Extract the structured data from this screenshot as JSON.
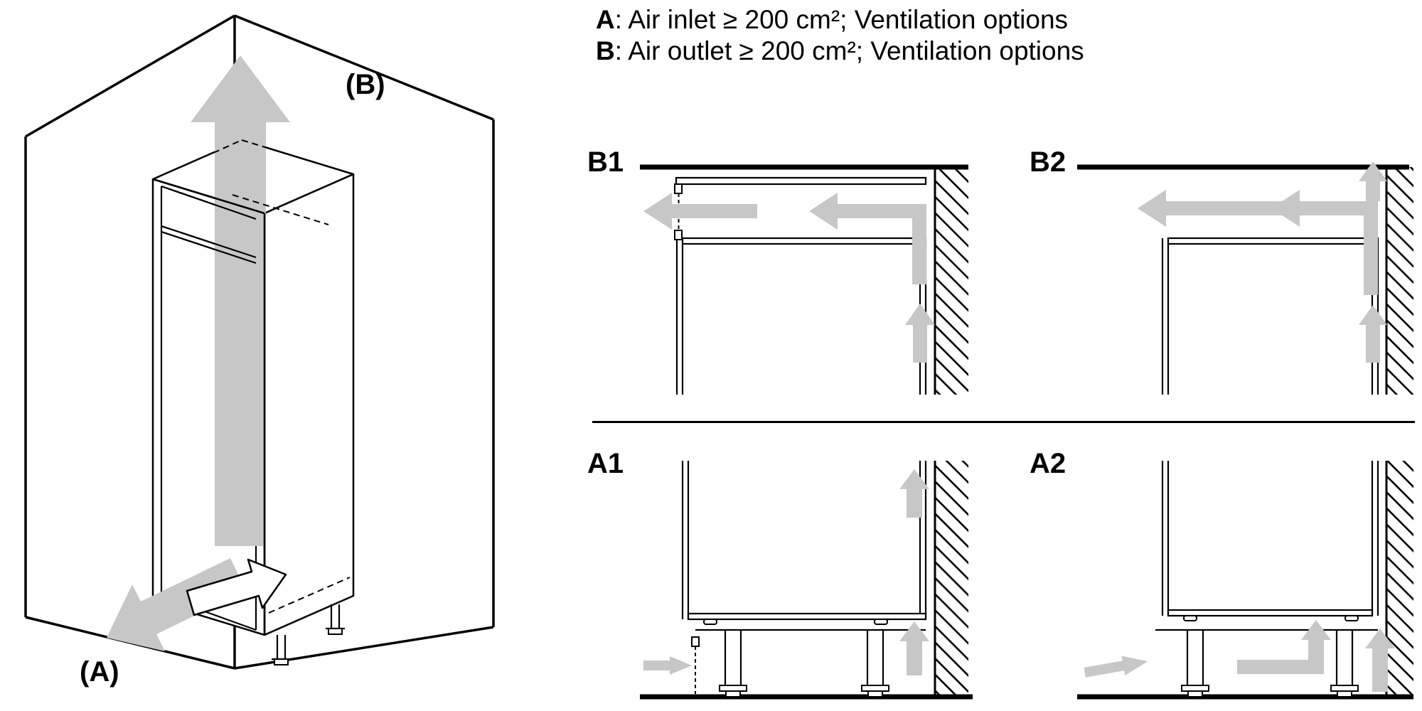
{
  "colors": {
    "arrow": "#c7c7c7",
    "line": "#000000",
    "background": "#ffffff"
  },
  "legend": {
    "a_key": "A",
    "a_text": ": Air inlet ≥ 200 cm²; Ventilation options",
    "b_key": "B",
    "b_text": ": Air outlet ≥ 200 cm²; Ventilation options"
  },
  "iso": {
    "label_a": "(A)",
    "label_b": "(B)"
  },
  "panels": {
    "b1": {
      "label": "B1"
    },
    "b2": {
      "label": "B2"
    },
    "a1": {
      "label": "A1"
    },
    "a2": {
      "label": "A2"
    }
  }
}
